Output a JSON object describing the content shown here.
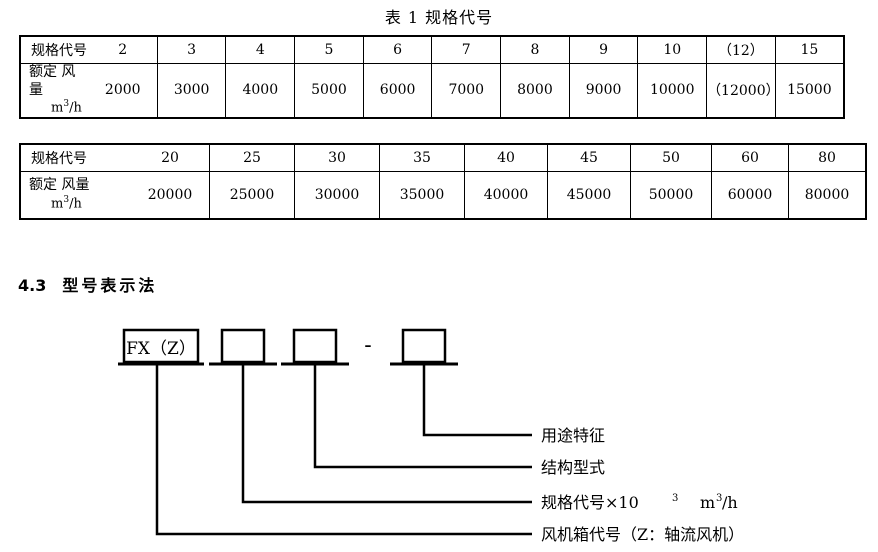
{
  "caption": {
    "prefix": "表",
    "number": "1",
    "title": "规格代号"
  },
  "tables": [
    {
      "id": "table-1",
      "row_code_label": "规格代号",
      "row_flow_label_line1": "额定 风量",
      "row_flow_label_unit_base": "m",
      "row_flow_label_unit_sup": "3",
      "row_flow_label_unit_tail": "/h",
      "codes": [
        "2",
        "3",
        "4",
        "5",
        "6",
        "7",
        "8",
        "9",
        "10",
        "（12）",
        "15"
      ],
      "flows": [
        "2000",
        "3000",
        "4000",
        "5000",
        "6000",
        "7000",
        "8000",
        "9000",
        "10000",
        "（12000）",
        "15000"
      ]
    },
    {
      "id": "table-2",
      "row_code_label": "规格代号",
      "row_flow_label_line1": "额定 风量",
      "row_flow_label_unit_base": "m",
      "row_flow_label_unit_sup": "3",
      "row_flow_label_unit_tail": "/h",
      "codes": [
        "20",
        "25",
        "30",
        "35",
        "40",
        "45",
        "50",
        "60",
        "80"
      ],
      "flows": [
        "20000",
        "25000",
        "30000",
        "35000",
        "40000",
        "45000",
        "50000",
        "60000",
        "80000"
      ]
    }
  ],
  "section": {
    "number": "4.3",
    "title": "型号表示法"
  },
  "diagram": {
    "box1_text": "FX（Z）",
    "box2_text": "",
    "box3_text": "",
    "box4_text": "",
    "separator": "-",
    "labels": [
      "用途特征",
      "结构型式",
      "规格代号×10",
      "风机箱代号（Z：轴流风机）"
    ],
    "label3_sup": "3",
    "label3_unit_base": "m",
    "label3_unit_sup": "3",
    "label3_unit_tail": "/h"
  },
  "colors": {
    "ink": "#000000",
    "paper": "#ffffff"
  }
}
